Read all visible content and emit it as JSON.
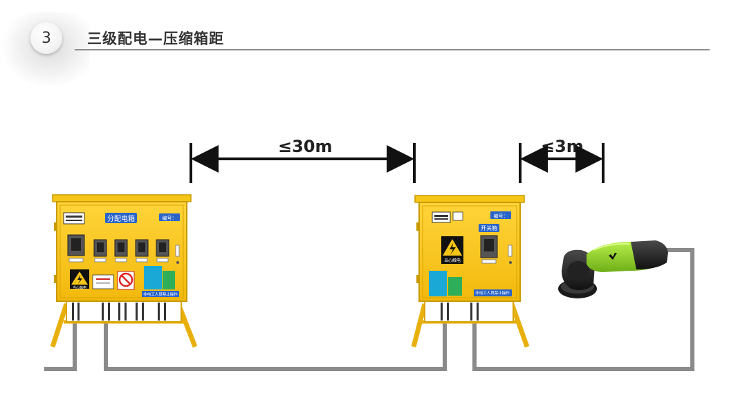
{
  "header": {
    "section_number": "3",
    "title": "三级配电—压缩箱距"
  },
  "dimensions": {
    "dist_box_to_switch": "≤30m",
    "switch_to_tool": "≤3m"
  },
  "distribution_box": {
    "title": "分配电箱",
    "number_label": "编号：",
    "warning_text": "当心触电",
    "bottom_notice": "非电工人员禁止操作"
  },
  "switch_box": {
    "title": "开关箱",
    "number_label": "编号：",
    "warning_text": "当心触电",
    "bottom_notice": "非电工人员禁止操作"
  },
  "colors": {
    "box_yellow": "#f5c518",
    "box_edge": "#c99a00",
    "cable_gray": "#8a8a8a",
    "tool_green": "#8fd12a",
    "label_blue": "#2a64c8",
    "panel_cyan": "#1aa9d6",
    "panel_green": "#2fae5a"
  }
}
